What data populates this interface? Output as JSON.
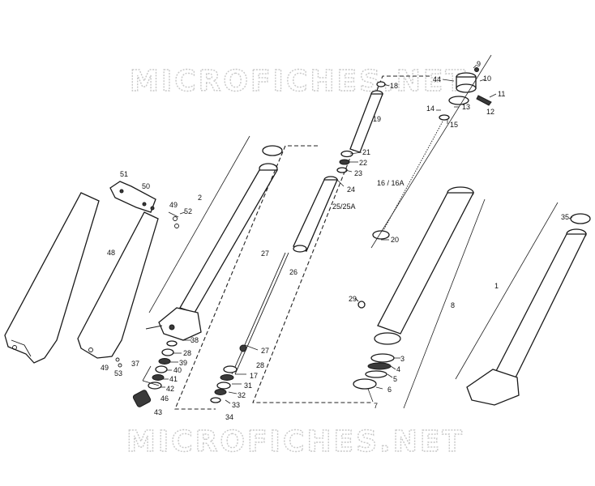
{
  "watermark": {
    "top": "MICROFICHES.NET",
    "bottom": "MICROFICHES.NET"
  },
  "callouts": [
    {
      "id": "c1",
      "text": "1"
    },
    {
      "id": "c2",
      "text": "2"
    },
    {
      "id": "c3",
      "text": "3"
    },
    {
      "id": "c4",
      "text": "4"
    },
    {
      "id": "c5",
      "text": "5"
    },
    {
      "id": "c6",
      "text": "6"
    },
    {
      "id": "c7",
      "text": "7"
    },
    {
      "id": "c8",
      "text": "8"
    },
    {
      "id": "c9",
      "text": "9"
    },
    {
      "id": "c10",
      "text": "10"
    },
    {
      "id": "c11",
      "text": "11"
    },
    {
      "id": "c12",
      "text": "12"
    },
    {
      "id": "c13",
      "text": "13"
    },
    {
      "id": "c14",
      "text": "14"
    },
    {
      "id": "c15",
      "text": "15"
    },
    {
      "id": "c16",
      "text": "16 / 16A"
    },
    {
      "id": "c17",
      "text": "17"
    },
    {
      "id": "c18",
      "text": "18"
    },
    {
      "id": "c19",
      "text": "19"
    },
    {
      "id": "c20",
      "text": "20"
    },
    {
      "id": "c21",
      "text": "21"
    },
    {
      "id": "c22",
      "text": "22"
    },
    {
      "id": "c23",
      "text": "23"
    },
    {
      "id": "c24",
      "text": "24"
    },
    {
      "id": "c25",
      "text": "25/25A"
    },
    {
      "id": "c26",
      "text": "26"
    },
    {
      "id": "c27a",
      "text": "27"
    },
    {
      "id": "c27b",
      "text": "27"
    },
    {
      "id": "c28a",
      "text": "28"
    },
    {
      "id": "c28b",
      "text": "28"
    },
    {
      "id": "c29",
      "text": "29"
    },
    {
      "id": "c31",
      "text": "31"
    },
    {
      "id": "c32",
      "text": "32"
    },
    {
      "id": "c33",
      "text": "33"
    },
    {
      "id": "c34",
      "text": "34"
    },
    {
      "id": "c35",
      "text": "35"
    },
    {
      "id": "c37",
      "text": "37"
    },
    {
      "id": "c38",
      "text": "38"
    },
    {
      "id": "c39",
      "text": "39"
    },
    {
      "id": "c40",
      "text": "40"
    },
    {
      "id": "c41",
      "text": "41"
    },
    {
      "id": "c42",
      "text": "42"
    },
    {
      "id": "c43",
      "text": "43"
    },
    {
      "id": "c44",
      "text": "44"
    },
    {
      "id": "c46",
      "text": "46"
    },
    {
      "id": "c48",
      "text": "48"
    },
    {
      "id": "c49a",
      "text": "49"
    },
    {
      "id": "c49b",
      "text": "49"
    },
    {
      "id": "c50",
      "text": "50"
    },
    {
      "id": "c51",
      "text": "51"
    },
    {
      "id": "c52",
      "text": "52"
    },
    {
      "id": "c53",
      "text": "53"
    }
  ]
}
